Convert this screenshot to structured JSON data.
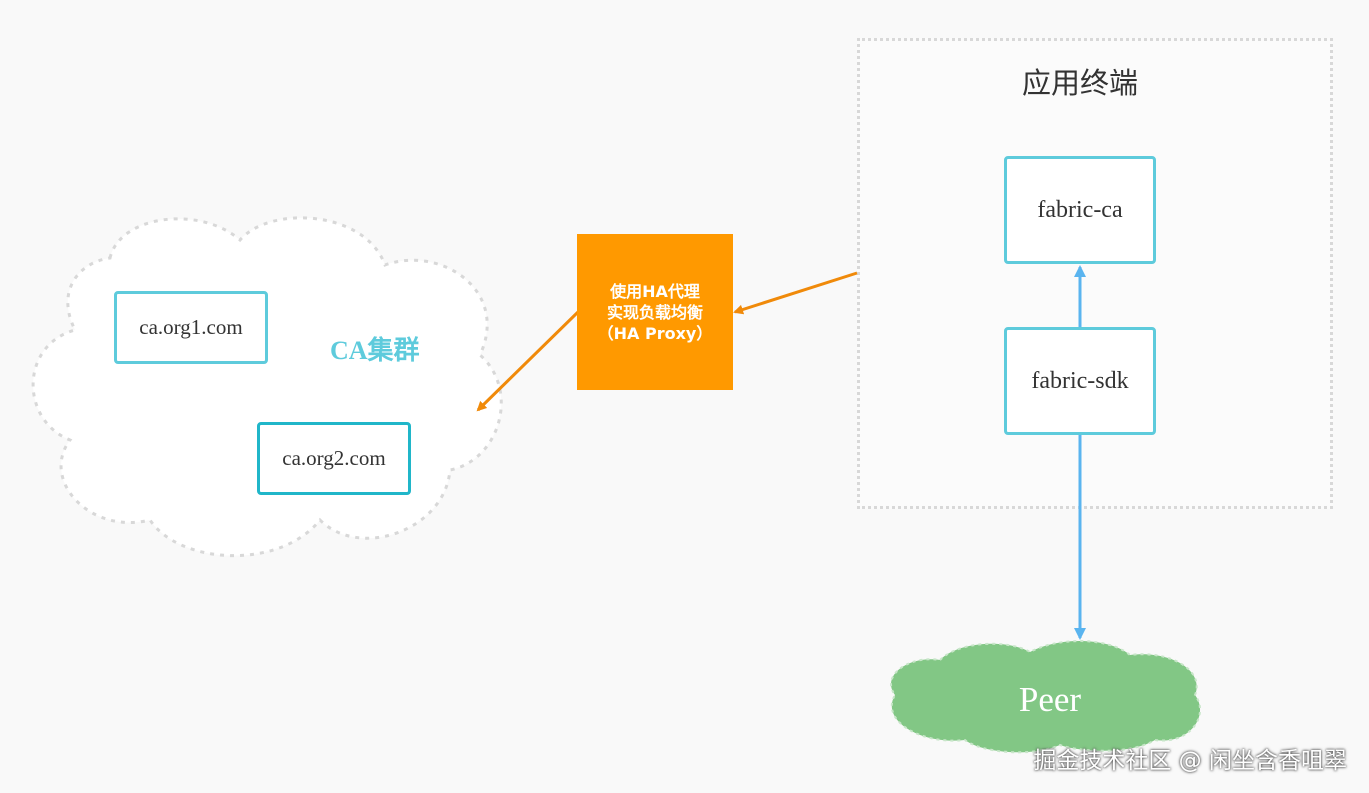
{
  "diagram": {
    "app_terminal": {
      "title": "应用终端",
      "fabric_ca": "fabric-ca",
      "fabric_sdk": "fabric-sdk"
    },
    "ca_cluster": {
      "label": "CA集群",
      "nodes": [
        "ca.org1.com",
        "ca.org2.com"
      ]
    },
    "proxy": {
      "lines": [
        "使用HA代理",
        "实现负载均衡",
        "（HA Proxy）"
      ]
    },
    "peer": {
      "label": "Peer"
    },
    "watermark": "掘金技术社区 @ 闲坐含香咀翠",
    "colors": {
      "box_border": "#5ecbdc",
      "proxy_fill": "#ff9900",
      "proxy_arrow": "#f08a0a",
      "sdk_arrow": "#5ab4ef",
      "peer_cloud": "#82c785",
      "cluster_label": "#5ecbdc"
    }
  }
}
